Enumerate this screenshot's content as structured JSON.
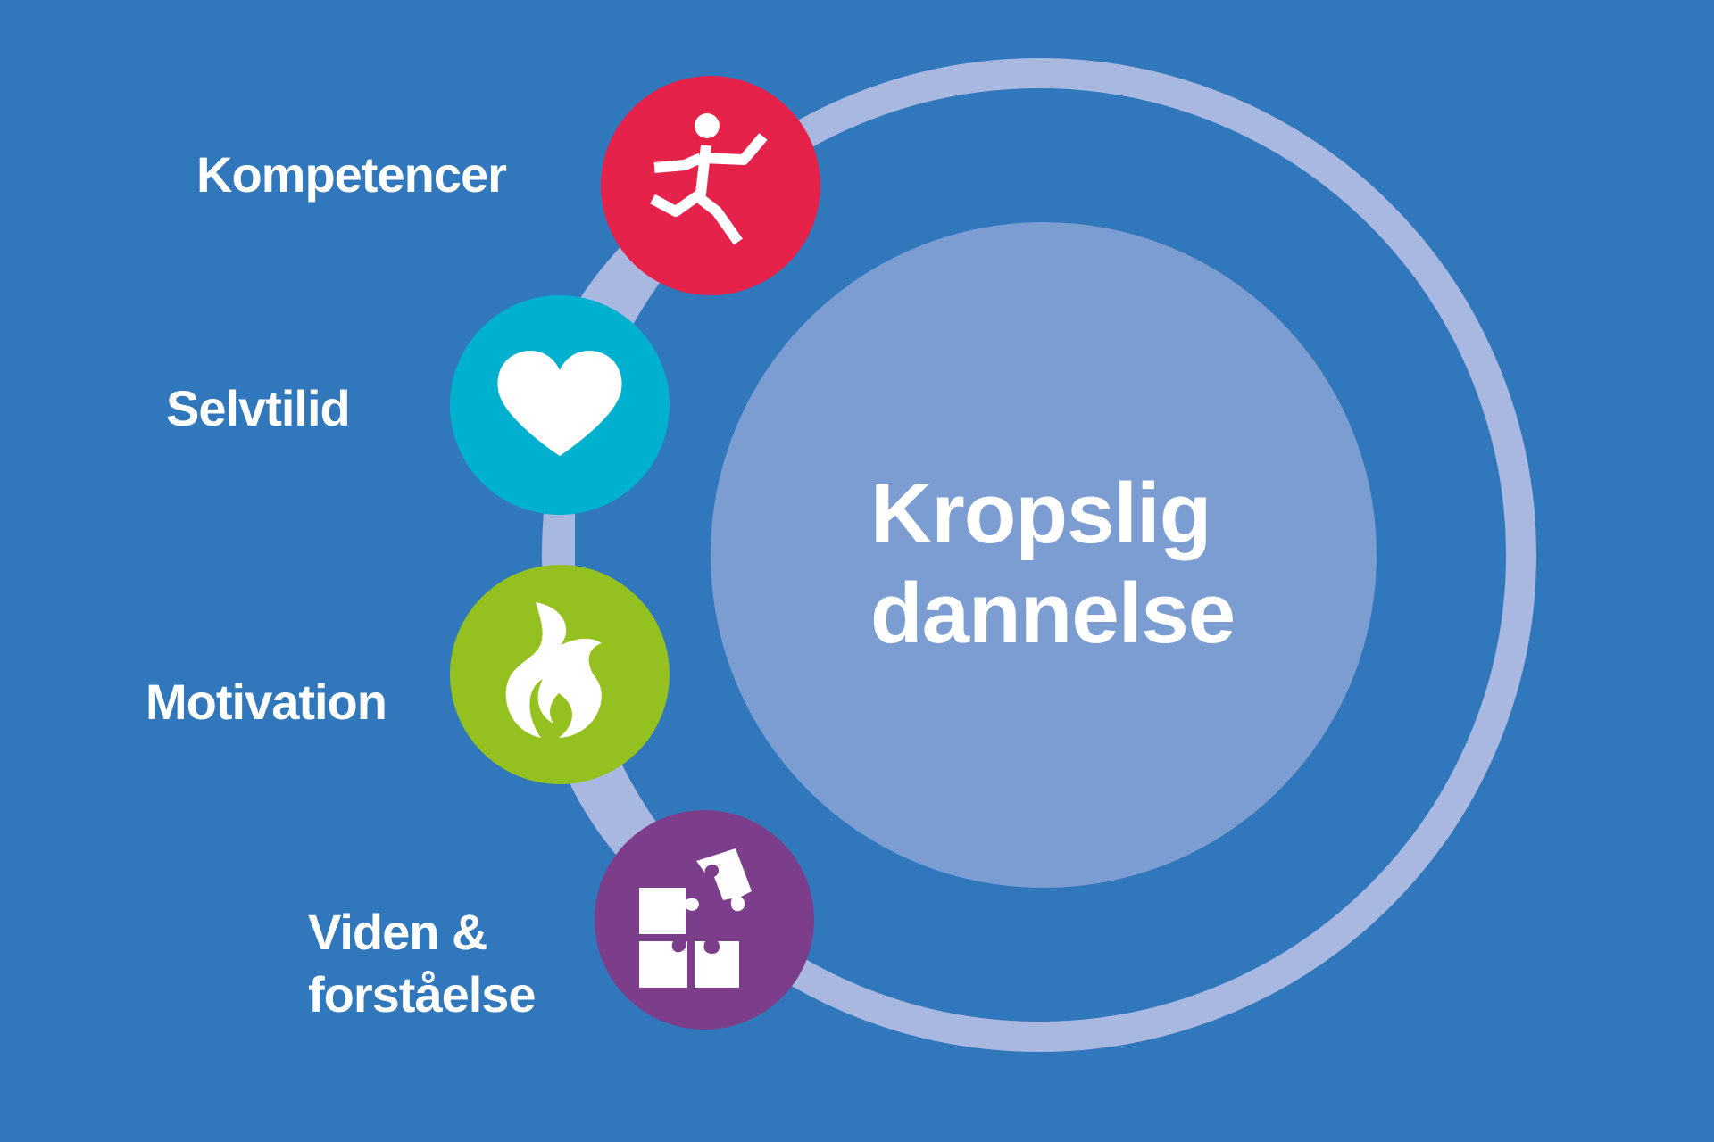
{
  "center": {
    "line1": "Kropslig",
    "line2": "dannelse"
  },
  "items": [
    {
      "label": "Kompetencer",
      "icon": "running-person-icon",
      "color": "#e5234a"
    },
    {
      "label": "Selvtilid",
      "icon": "heart-icon",
      "color": "#00b0cf"
    },
    {
      "label": "Motivation",
      "icon": "flame-icon",
      "color": "#94c11f"
    },
    {
      "label_line1": "Viden &",
      "label_line2": "forståelse",
      "icon": "puzzle-icon",
      "color": "#7c3d8b"
    }
  ],
  "colors": {
    "background": "#3177bb",
    "ring": "#a8b8e0",
    "inner_circle": "#7b9dd2"
  }
}
